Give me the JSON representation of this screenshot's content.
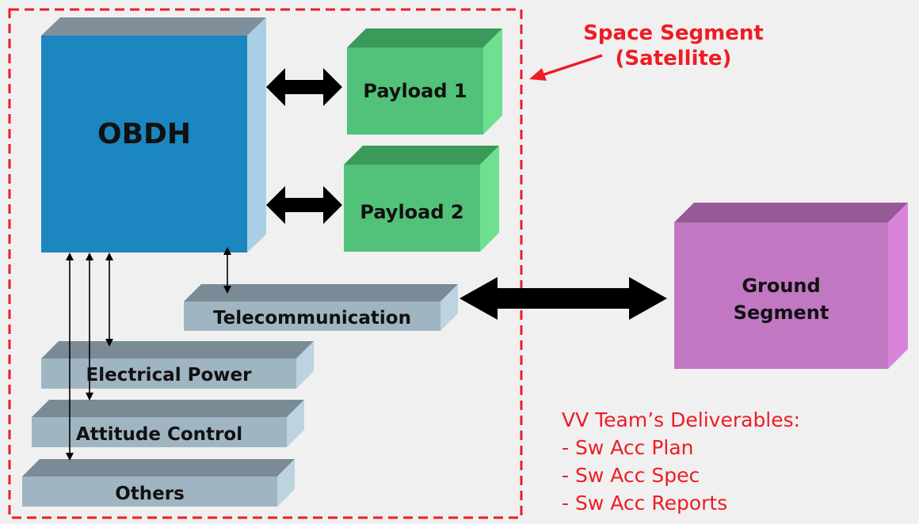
{
  "diagram": {
    "obdh": {
      "label": "OBDH",
      "front": "#1b86bf",
      "top": "#7f909c",
      "side": "#a9cfe4"
    },
    "payload_1": {
      "label": "Payload 1",
      "front": "#52c17a",
      "top": "#3b9a5a",
      "side": "#6ee08f"
    },
    "payload_2": {
      "label": "Payload 2",
      "front": "#52c17a",
      "top": "#3b9a5a",
      "side": "#6ee08f"
    },
    "telecommunication": {
      "label": "Telecommunication"
    },
    "electrical_power": {
      "label": "Electrical Power"
    },
    "attitude_control": {
      "label": "Attitude Control"
    },
    "others": {
      "label": "Others"
    },
    "subsystem_colors": {
      "front": "#a0b5c2",
      "top": "#7a8b96",
      "side": "#bcd3e0"
    },
    "ground_segment": {
      "label_line1": "Ground",
      "label_line2": "Segment",
      "front": "#c177c2",
      "top": "#955a97",
      "side": "#d884db"
    },
    "space_segment": {
      "line1": "Space Segment",
      "line2": "(Satellite)"
    },
    "deliverables": {
      "heading": "VV Team’s Deliverables:",
      "items": [
        "- Sw Acc Plan",
        "- Sw Acc Spec",
        "- Sw Acc Reports"
      ]
    },
    "accent_red": "#ee1c24",
    "background": "#f0f0f0"
  }
}
